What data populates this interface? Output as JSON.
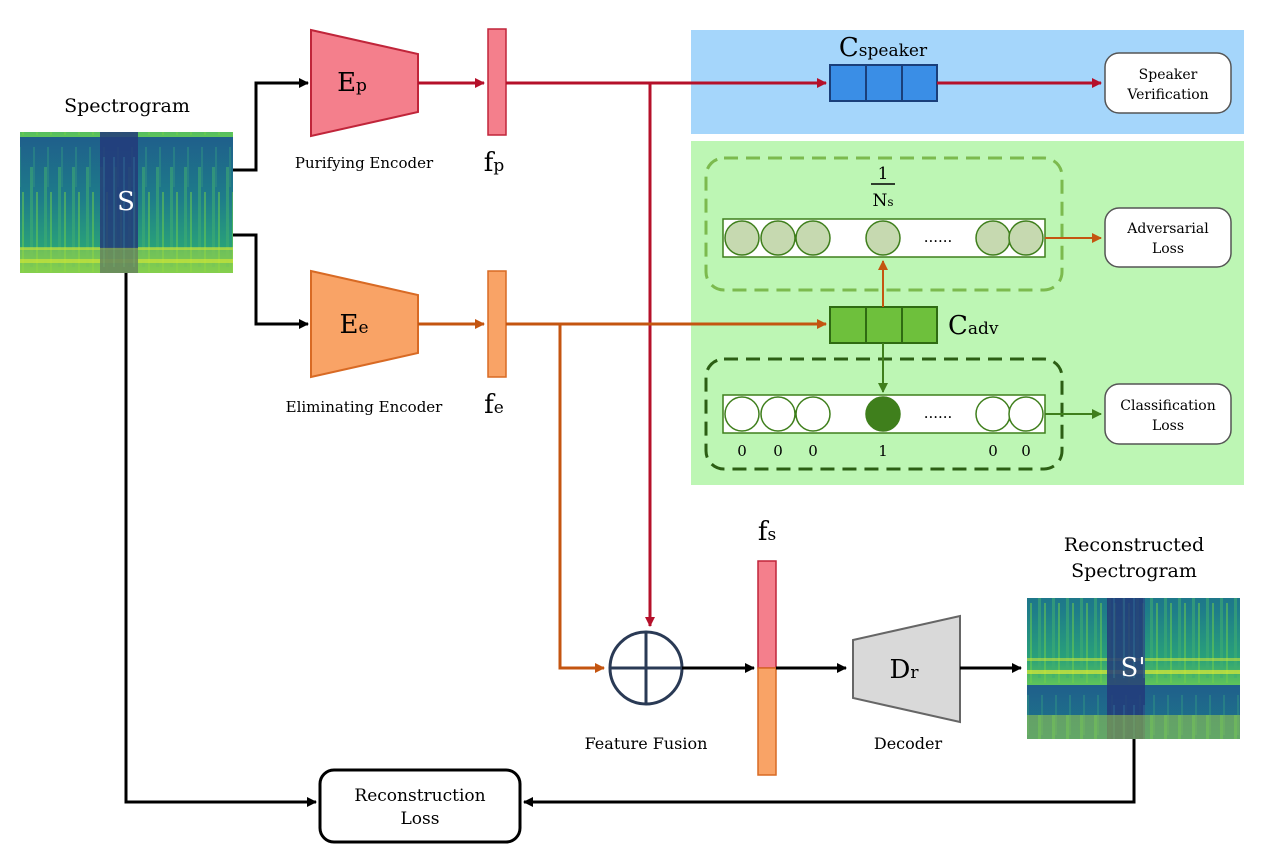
{
  "spectrogram": {
    "title": "Spectrogram",
    "symbol": "S"
  },
  "purifying_encoder": {
    "symbol": "E",
    "subscript": "p",
    "label": "Purifying Encoder",
    "feature": {
      "symbol": "f",
      "subscript": "p"
    }
  },
  "eliminating_encoder": {
    "symbol": "E",
    "subscript": "e",
    "label": "Eliminating Encoder",
    "feature": {
      "symbol": "f",
      "subscript": "e"
    }
  },
  "speaker_classifier": {
    "symbol": "C",
    "subscript": "speaker",
    "output_line1": "Speaker",
    "output_line2": "Verification"
  },
  "adversarial_classifier": {
    "symbol": "C",
    "subscript": "adv",
    "uniform_numerator": "1",
    "uniform_denominator": "N",
    "uniform_denominator_sub": "s",
    "ellipsis": "......",
    "adversarial_line1": "Adversarial",
    "adversarial_line2": "Loss",
    "classification_line1": "Classification",
    "classification_line2": "Loss",
    "onehot_labels": [
      "0",
      "0",
      "0",
      "1",
      "0",
      "0"
    ]
  },
  "fusion": {
    "label": "Feature Fusion",
    "feature": {
      "symbol": "f",
      "subscript": "s"
    }
  },
  "decoder": {
    "symbol": "D",
    "subscript": "r",
    "label": "Decoder"
  },
  "reconstructed": {
    "title_line1": "Reconstructed",
    "title_line2": "Spectrogram",
    "symbol": "S'"
  },
  "reconstruction_loss": {
    "line1": "Reconstruction",
    "line2": "Loss"
  },
  "colors": {
    "purify": "#f47f8c",
    "purify_stroke": "#c0253a",
    "purify_arrow": "#b5102a",
    "eliminate": "#f9a366",
    "eliminate_stroke": "#d86a24",
    "eliminate_arrow": "#c45510",
    "speaker_bg": "#a5d6fb",
    "adv_bg": "#bdf6b4",
    "speaker_box": "#3a8ee6",
    "adv_box": "#6ec03c",
    "circle_fill": "#c6d9b0",
    "circle_onehot": "#3f7f1c",
    "decoder": "#d9d9d9"
  }
}
